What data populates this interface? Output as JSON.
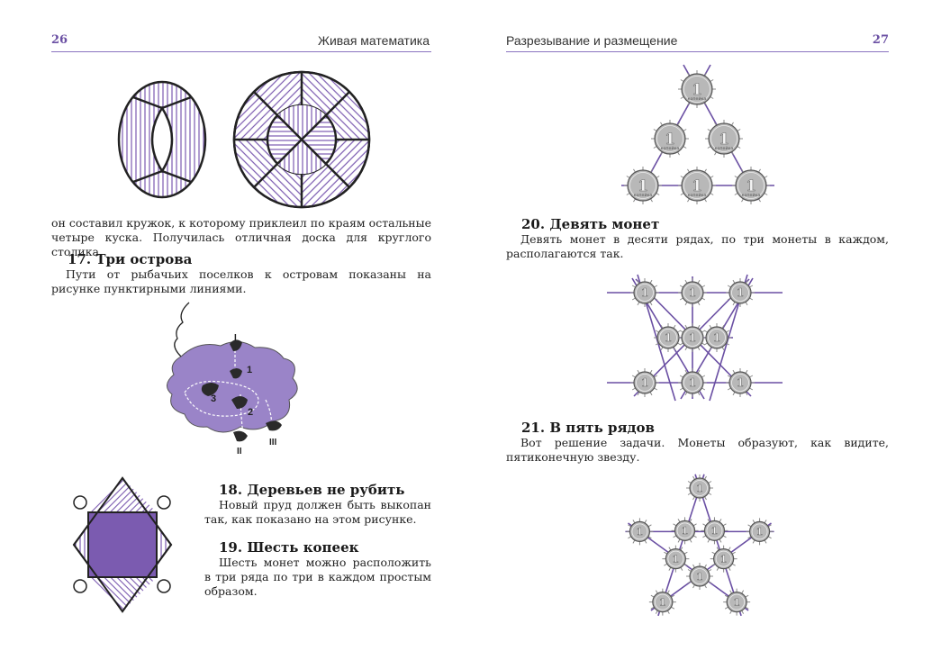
{
  "left": {
    "page_number": "26",
    "running_title": "Живая математика",
    "intro_text": "он составил кружок, к которому приклеил по краям остальные четыре куска. Получилась отличная доска для круглого столика.",
    "problem17": {
      "title": "17. Три острова",
      "text": "Пути от рыбачьих поселков к островам показаны на рисунке пунктирными линиями.",
      "island_labels": [
        "1",
        "2",
        "3"
      ],
      "village_labels": [
        "I",
        "II",
        "III"
      ]
    },
    "problem18": {
      "title": "18. Деревьев не рубить",
      "text": "Новый пруд должен быть выкопан так, как показано на этом рисунке."
    },
    "problem19": {
      "title": "19. Шесть копеек",
      "text": "Шесть монет можно расположить в три ряда по три в каждом простым образом."
    }
  },
  "right": {
    "page_number": "27",
    "running_title": "Разрезывание и размещение",
    "problem20": {
      "title": "20. Девять монет",
      "text": "Девять монет в десяти рядах, по три монеты в каждом, располагаются так."
    },
    "problem21": {
      "title": "21. В пять рядов",
      "text": "Вот решение задачи. Монеты образуют, как видите, пятиконечную звезду."
    },
    "coin_numeral": "1",
    "coin_word": "копейка"
  },
  "colors": {
    "accent": "#6a4fa3",
    "island": "#9a84c8",
    "pond": "#7b5bb0",
    "coin": "#b8b8b8"
  }
}
